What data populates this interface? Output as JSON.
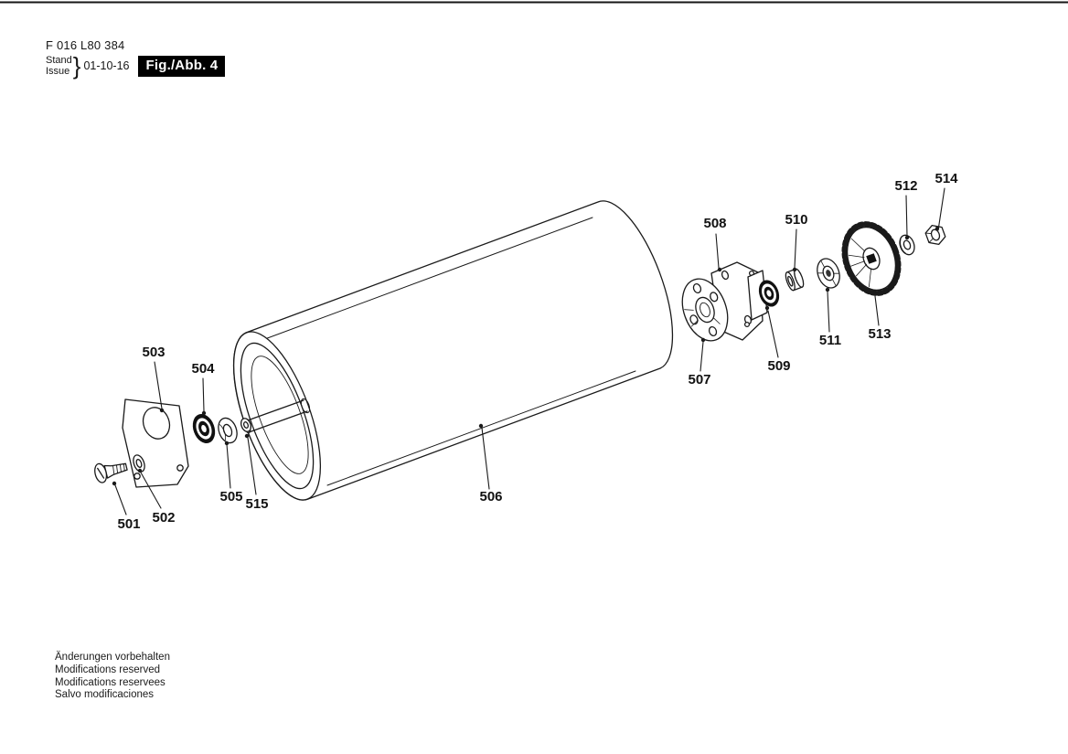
{
  "header": {
    "doc_number": "F 016 L80 384",
    "stand_label": "Stand",
    "issue_label": "Issue",
    "brace": "}",
    "date": "01-10-16",
    "figure_label": "Fig./Abb. 4"
  },
  "parts": [
    {
      "id": "501",
      "label": "501"
    },
    {
      "id": "502",
      "label": "502"
    },
    {
      "id": "503",
      "label": "503"
    },
    {
      "id": "504",
      "label": "504"
    },
    {
      "id": "505",
      "label": "505"
    },
    {
      "id": "506",
      "label": "506"
    },
    {
      "id": "507",
      "label": "507"
    },
    {
      "id": "508",
      "label": "508"
    },
    {
      "id": "509",
      "label": "509"
    },
    {
      "id": "510",
      "label": "510"
    },
    {
      "id": "511",
      "label": "511"
    },
    {
      "id": "512",
      "label": "512"
    },
    {
      "id": "513",
      "label": "513"
    },
    {
      "id": "514",
      "label": "514"
    },
    {
      "id": "515",
      "label": "515"
    }
  ],
  "footer": {
    "lines": [
      "Änderungen vorbehalten",
      "Modifications reserved",
      "Modifications reservees",
      "Salvo modificaciones"
    ]
  },
  "colors": {
    "line": "#1a1a1a",
    "figure_box_bg": "#000000",
    "figure_box_text": "#ffffff",
    "label_text": "#111111"
  }
}
